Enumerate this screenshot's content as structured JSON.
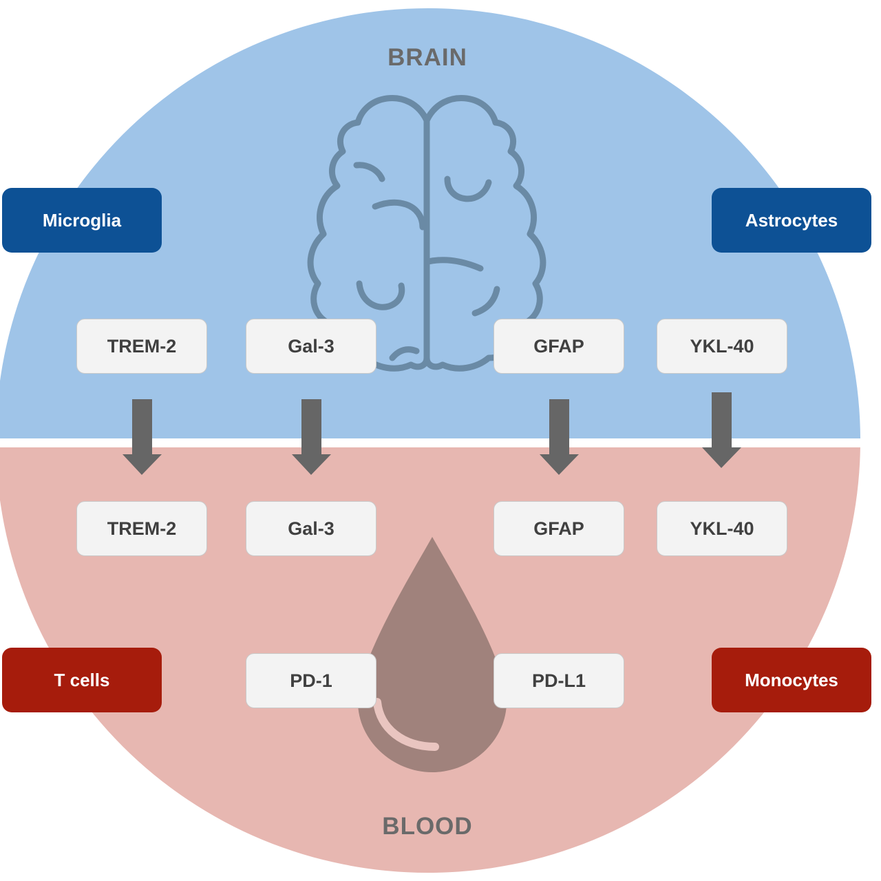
{
  "regions": {
    "brain": {
      "label": "BRAIN",
      "color": "#9fc4e8"
    },
    "blood": {
      "label": "BLOOD",
      "color": "#e7b7b1"
    }
  },
  "cells": {
    "microglia": "Microglia",
    "astrocytes": "Astrocytes",
    "t_cells": "T cells",
    "monocytes": "Monocytes"
  },
  "brain_markers": [
    "TREM-2",
    "Gal-3",
    "GFAP",
    "YKL-40"
  ],
  "blood_markers": [
    "TREM-2",
    "Gal-3",
    "GFAP",
    "YKL-40"
  ],
  "immune_markers": [
    "PD-1",
    "PD-L1"
  ],
  "icons": {
    "brain": "brain-icon",
    "blood": "blood-drop-icon",
    "arrow": "arrow-down-icon"
  },
  "colors": {
    "brain_cell": "#0d5195",
    "blood_cell": "#a61c0c",
    "marker_box": "#f3f3f3",
    "arrow": "#666666",
    "brain_icon_stroke": "#6a8aa5",
    "blood_drop": "#a0827c"
  }
}
